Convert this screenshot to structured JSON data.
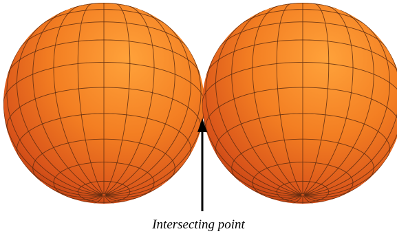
{
  "annotation": {
    "label": "Intersecting point"
  },
  "colors": {
    "sphere_light": "#FF9A2E",
    "sphere_mid": "#F07A1E",
    "sphere_dark": "#B8360C",
    "grid_line": "#5A2A10",
    "arrow": "#000000",
    "background": "#FFFFFF"
  },
  "figure": {
    "sphere_count": 2,
    "mesh": "latitude-longitude grid"
  }
}
